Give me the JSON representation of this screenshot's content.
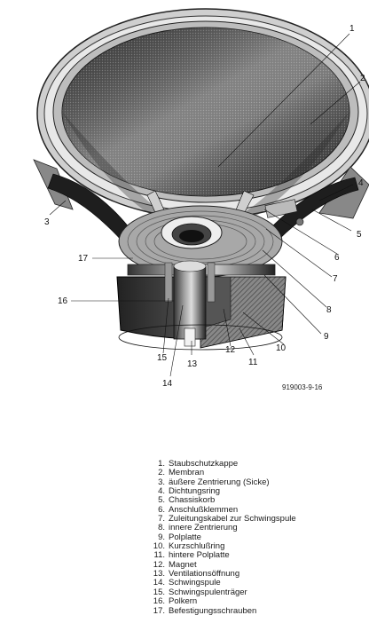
{
  "figure_id": "919003-9-16",
  "callouts": [
    "1",
    "2",
    "3",
    "4",
    "5",
    "6",
    "7",
    "8",
    "9",
    "10",
    "11",
    "12",
    "13",
    "14",
    "15",
    "16",
    "17"
  ],
  "legend": [
    {
      "num": "1.",
      "label": "Staubschutzkappe"
    },
    {
      "num": "2.",
      "label": "Membran"
    },
    {
      "num": "3.",
      "label": "äußere Zentrierung (Sicke)"
    },
    {
      "num": "4.",
      "label": "Dichtungsring"
    },
    {
      "num": "5.",
      "label": "Chassiskorb"
    },
    {
      "num": "6.",
      "label": "Anschlußklemmen"
    },
    {
      "num": "7.",
      "label": "Zuleitungskabel zur Schwingspule"
    },
    {
      "num": "8.",
      "label": "innere Zentrierung"
    },
    {
      "num": "9.",
      "label": "Polplatte"
    },
    {
      "num": "10.",
      "label": "Kurzschlußring"
    },
    {
      "num": "11.",
      "label": "hintere Polplatte"
    },
    {
      "num": "12.",
      "label": "Magnet"
    },
    {
      "num": "13.",
      "label": "Ventilationsöffnung"
    },
    {
      "num": "14.",
      "label": "Schwingspule"
    },
    {
      "num": "15.",
      "label": "Schwingspulenträger"
    },
    {
      "num": "16.",
      "label": "Polkern"
    },
    {
      "num": "17.",
      "label": "Befestigungsschrauben"
    }
  ]
}
